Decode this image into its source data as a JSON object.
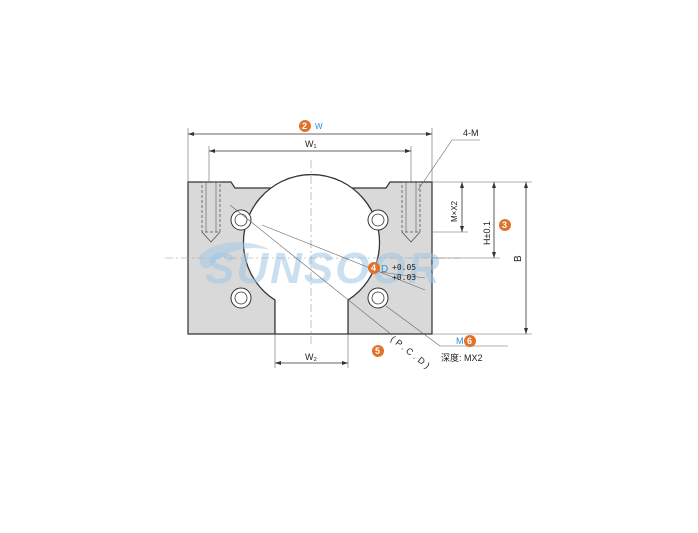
{
  "labels": {
    "w_top": "W",
    "w1": "W₁",
    "four_m": "4-M",
    "mx2_vert": "M×X2",
    "h_tol": "H±0.1",
    "b": "B",
    "d_sym": "D",
    "d_tol_upper": "+0.05",
    "d_tol_lower": "+0.03",
    "w2": "W₂",
    "pcd": "(P.C.D)",
    "m_sym": "M",
    "depth": "深度: MX2"
  },
  "badges": [
    "2",
    "3",
    "4",
    "5",
    "6"
  ],
  "colors": {
    "badge": "#e0722a",
    "accent_text": "#2a8fd8",
    "body_fill": "#d9d9d9",
    "outline": "#333333",
    "watermark": "#9fc7e6"
  },
  "watermark": {
    "text": "SUNSOOR"
  }
}
